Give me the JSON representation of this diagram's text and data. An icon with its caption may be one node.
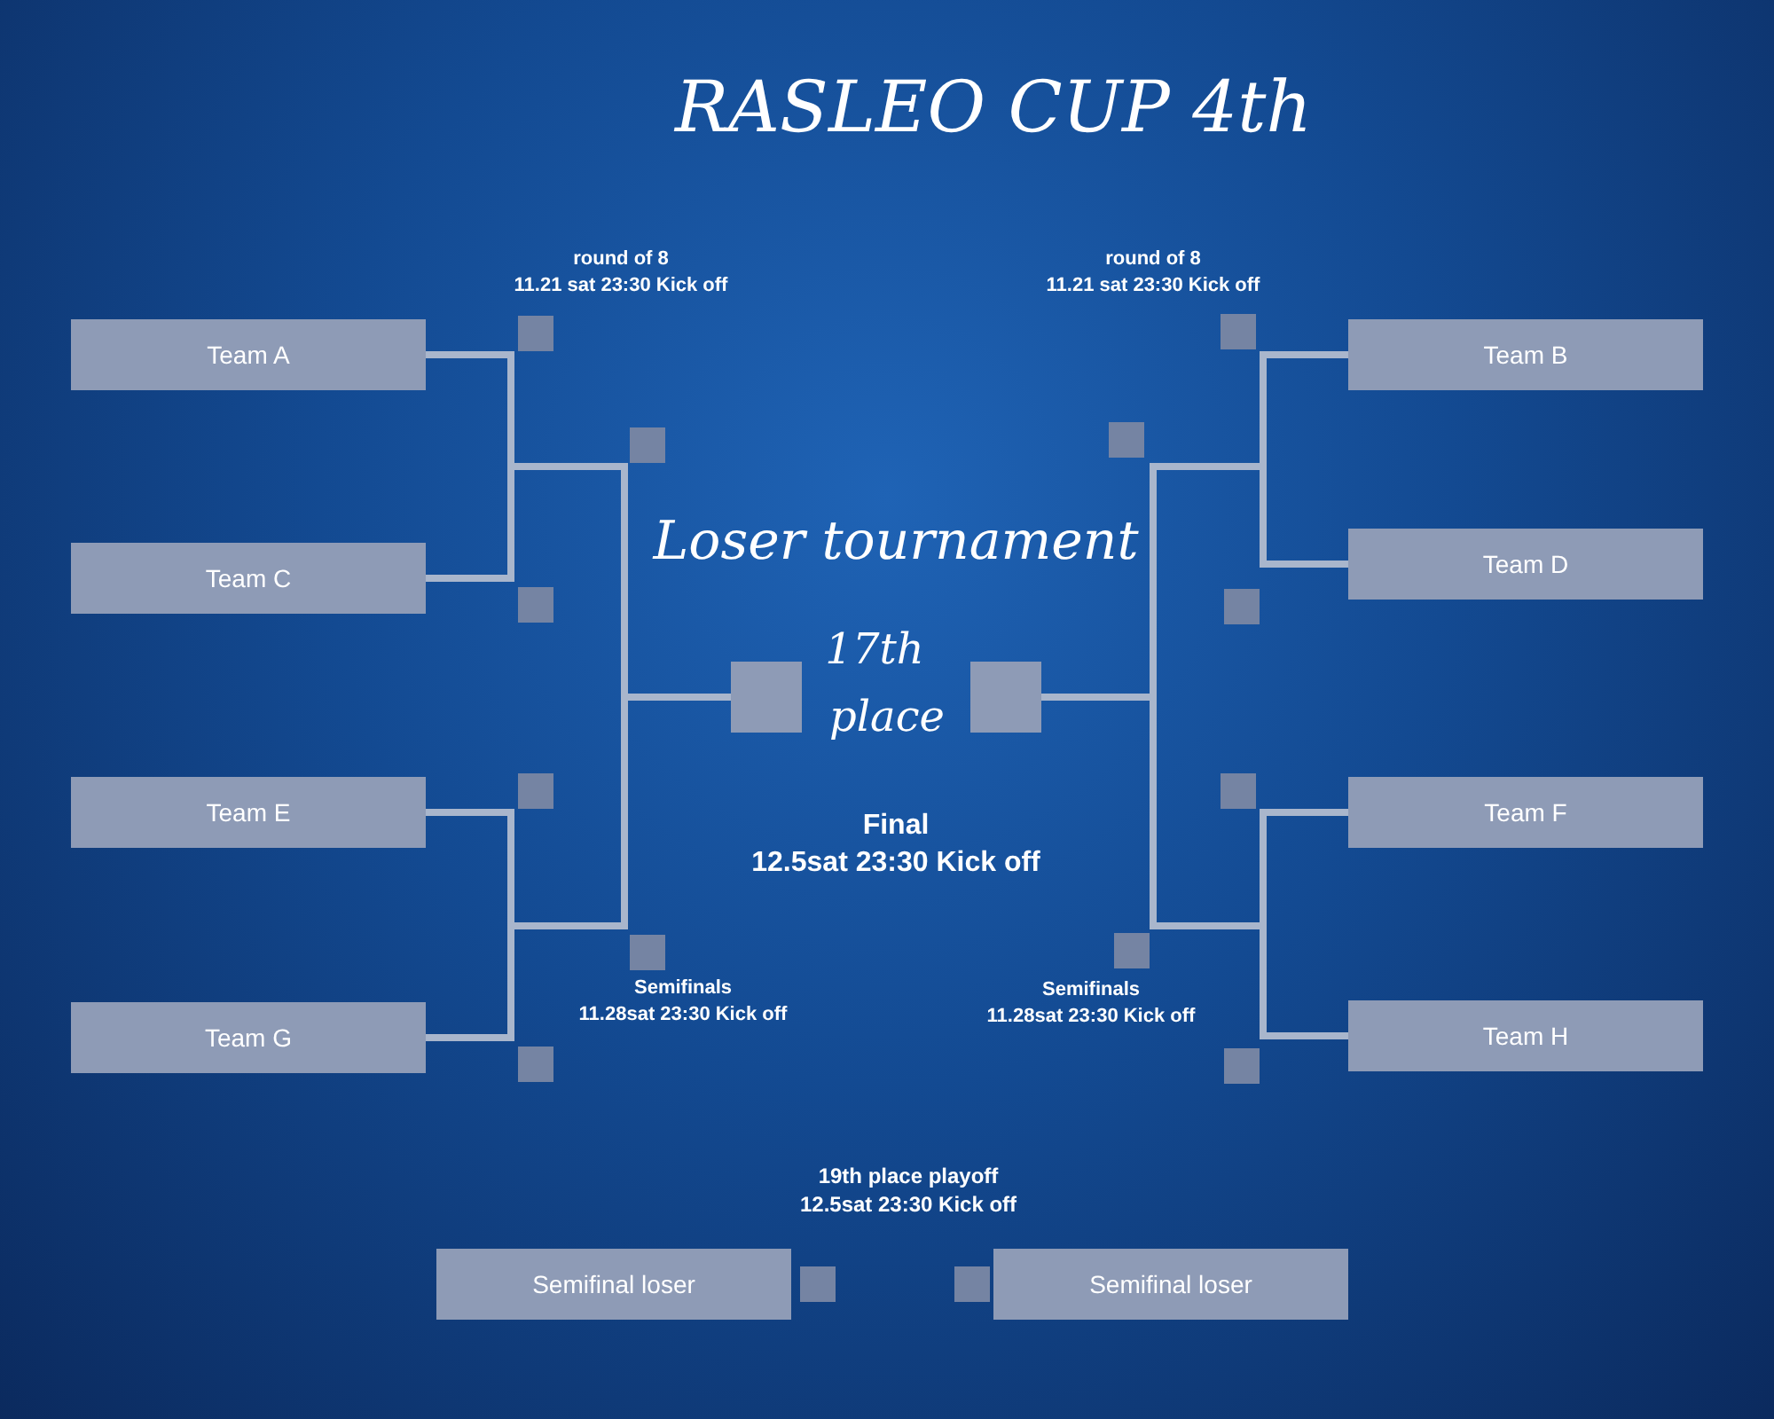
{
  "diagram": {
    "title": "RASLEO CUP 4th",
    "nodes": [
      {
        "text": [
          "Team A"
        ]
      },
      {
        "text": [
          "Team B"
        ]
      },
      {
        "text": [
          "Team C"
        ]
      },
      {
        "text": [
          "Team D"
        ]
      },
      {
        "text": [],
        "shape": "box"
      },
      {
        "text": [],
        "shape": "box"
      },
      {
        "text": [
          "Team E"
        ]
      },
      {
        "text": [
          "Team F"
        ]
      },
      {
        "text": [
          "Team G"
        ]
      },
      {
        "text": [
          "Team H"
        ]
      },
      {
        "text": [
          "Semifinal loser"
        ]
      },
      {
        "text": [
          "Semifinal loser"
        ]
      }
    ],
    "edges": [
      {
        "from": 0,
        "to": 4,
        "arrow": "none"
      },
      {
        "from": 2,
        "to": 4,
        "arrow": "none"
      },
      {
        "from": 6,
        "to": 4,
        "arrow": "none"
      },
      {
        "from": 8,
        "to": 4,
        "arrow": "none"
      },
      {
        "from": 1,
        "to": 5,
        "arrow": "none"
      },
      {
        "from": 3,
        "to": 5,
        "arrow": "none"
      },
      {
        "from": 7,
        "to": 5,
        "arrow": "none"
      },
      {
        "from": 9,
        "to": 5,
        "arrow": "none"
      }
    ],
    "labels": [
      "round of 8",
      "11.21 sat 23:30 Kick off",
      "round of 8",
      "11.21 sat 23:30 Kick off",
      "Loser tournament",
      "17th",
      "place",
      "Final",
      "12.5sat 23:30 Kick off",
      "Semifinals",
      "11.28sat 23:30 Kick off",
      "Semifinals",
      "11.28sat 23:30 Kick off",
      "19th place playoff",
      "12.5sat 23:30 Kick off"
    ]
  }
}
